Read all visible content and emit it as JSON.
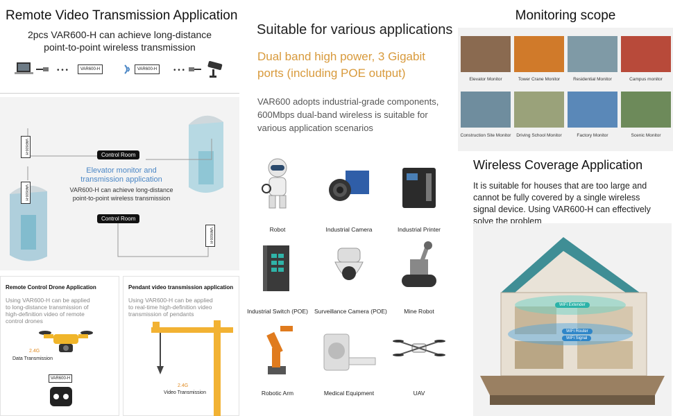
{
  "left": {
    "title": "Remote Video Transmission Application",
    "subtitle_line1": "2pcs VAR600-H can achieve long-distance",
    "subtitle_line2": "point-to-point wireless transmission",
    "device_label_1": "VAR600-H",
    "device_label_2": "VAR600-H",
    "elevator": {
      "control_room_1": "Control Room",
      "control_room_2": "Control Room",
      "blue_title_line1": "Elevator monitor and",
      "blue_title_line2": "transmission application",
      "desc_line1": "VAR600-H can achieve long-distance",
      "desc_line2": "point-to-point wireless transmission",
      "vertical_device_1": "VAR600-H",
      "vertical_device_2": "VAR600-H",
      "vertical_device_3": "VAR600-H"
    },
    "drone_card": {
      "title": "Remote Control Drone Application",
      "line1": "Using VAR600-H can be applied",
      "line2": "to long-distance transmission of",
      "line3": "high-definition video of remote",
      "line4": "control drones",
      "freq": "2.4G",
      "tag": "Data Transmission",
      "device_label": "VAR600-H"
    },
    "pendant_card": {
      "title": "Pendant video transmission application",
      "line1": "Using VAR600-H can be applied",
      "line2": "to real-time high-definition video",
      "line3": "transmission of pendants",
      "freq": "2.4G",
      "tag": "Video Transmission"
    }
  },
  "middle": {
    "title": "Suitable for various applications",
    "highlight_line1": "Dual band high power, 3 Gigabit",
    "highlight_line2": "ports (including POE output)",
    "desc_line1": "VAR600 adopts industrial-grade components,",
    "desc_line2": "600Mbps dual-band wireless is suitable for",
    "desc_line3": "various application scenarios",
    "apps": [
      {
        "label": "Robot",
        "icon": "robot-icon"
      },
      {
        "label": "Industrial Camera",
        "icon": "industrial-camera-icon"
      },
      {
        "label": "Industrial Printer",
        "icon": "industrial-printer-icon"
      },
      {
        "label": "Industrial Switch (POE)",
        "icon": "industrial-switch-icon"
      },
      {
        "label": "Surveillance Camera (POE)",
        "icon": "surveillance-camera-icon"
      },
      {
        "label": "Mine Robot",
        "icon": "mine-robot-icon"
      },
      {
        "label": "Robotic Arm",
        "icon": "robotic-arm-icon"
      },
      {
        "label": "Medical Equipment",
        "icon": "medical-equipment-icon"
      },
      {
        "label": "UAV",
        "icon": "uav-icon"
      }
    ]
  },
  "right": {
    "title": "Monitoring scope",
    "monitors": [
      {
        "label": "Elevator Monitor",
        "color": "#8a6a50"
      },
      {
        "label": "Tower Crane Monitor",
        "color": "#d07a2a"
      },
      {
        "label": "Residential Monitor",
        "color": "#7f9aa6"
      },
      {
        "label": "Campus monitor",
        "color": "#b84a3a"
      },
      {
        "label": "Construction Site Monitor",
        "color": "#6f8d9e"
      },
      {
        "label": "Driving School Monitor",
        "color": "#9aa27a"
      },
      {
        "label": "Factory Monitor",
        "color": "#5a88b8"
      },
      {
        "label": "Scenic Monitor",
        "color": "#6d8a5a"
      }
    ],
    "coverage_title": "Wireless Coverage Application",
    "coverage_line1": "It is suitable for houses that are too large and",
    "coverage_line2": "cannot be fully covered by a single wireless",
    "coverage_line3": "signal device. Using VAR600-H can effectively",
    "coverage_line4": "solve the problem",
    "wifi_extender": "WiFi Extender",
    "wifi_router": "WiFi Router",
    "wifi_signal": "WiFi Signal"
  },
  "colors": {
    "accent_blue": "#4a86c5",
    "accent_orange": "#d89a3c",
    "roof_teal": "#3f8e95"
  }
}
